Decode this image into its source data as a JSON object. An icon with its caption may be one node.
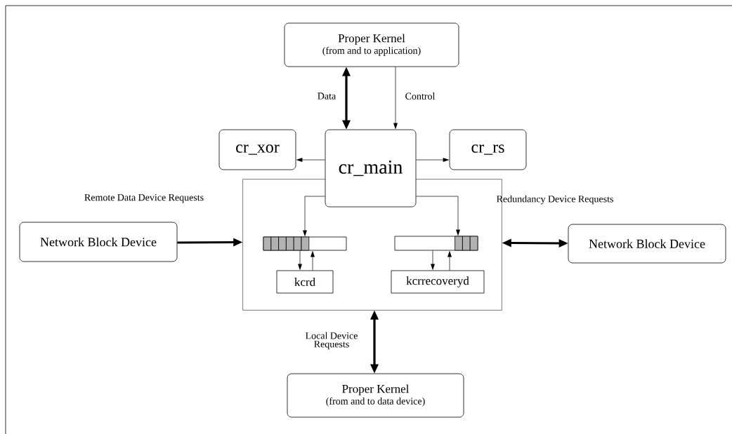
{
  "diagram": {
    "nodes": [
      {
        "text": [
          "Proper Kernel",
          "(from and to application)"
        ]
      },
      {
        "text": [
          "cr_xor"
        ]
      },
      {
        "text": [
          "cr_main"
        ]
      },
      {
        "text": [
          "cr_rs"
        ]
      },
      {
        "text": [],
        "shape": "box"
      },
      {
        "text": [],
        "shape": "bar",
        "in": 4
      },
      {
        "text": [],
        "shape": "bar",
        "in": 4
      },
      {
        "text": [
          "kcrd"
        ],
        "in": 4
      },
      {
        "text": [
          "kcrrecoveryd"
        ],
        "in": 4
      },
      {
        "text": [
          "Network Block Device"
        ]
      },
      {
        "text": [
          "Network Block Device"
        ]
      },
      {
        "text": [
          "Proper Kernel",
          "(from and to data device)"
        ]
      }
    ],
    "edges": [
      {
        "from": 0,
        "to": 2,
        "arrow": "both",
        "style": "thick",
        "label": "Data"
      },
      {
        "from": 0,
        "to": 2,
        "arrow": "to",
        "label": "Control"
      },
      {
        "from": 2,
        "to": 1,
        "arrow": "to"
      },
      {
        "from": 2,
        "to": 3,
        "arrow": "to"
      },
      {
        "from": 2,
        "to": 5,
        "arrow": "to"
      },
      {
        "from": 2,
        "to": 6,
        "arrow": "to"
      },
      {
        "from": 5,
        "to": 7,
        "arrow": "to"
      },
      {
        "from": 7,
        "to": 5,
        "arrow": "to"
      },
      {
        "from": 6,
        "to": 8,
        "arrow": "to"
      },
      {
        "from": 8,
        "to": 6,
        "arrow": "to"
      },
      {
        "from": 9,
        "to": 4,
        "arrow": "to",
        "style": "thick",
        "label": "Remote Data Device Requests"
      },
      {
        "from": 4,
        "to": 10,
        "arrow": "both",
        "style": "thick",
        "label": "Redundancy Device Requests"
      },
      {
        "from": 4,
        "to": 11,
        "arrow": "both",
        "style": "thick",
        "label": "Local Device Requests"
      }
    ]
  }
}
